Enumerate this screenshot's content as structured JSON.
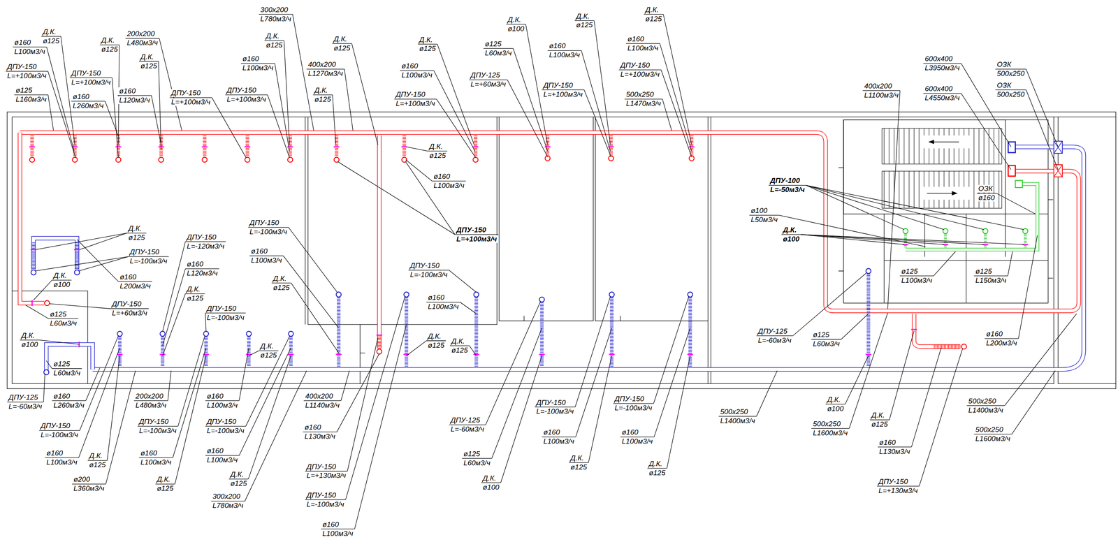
{
  "diagram": {
    "labels": [
      "Д.К.",
      "ø125",
      "ø160",
      "L100м3/ч",
      "ДПУ-150",
      "L=+100м3/ч",
      "ø125",
      "L160м3/ч",
      "Д.К.",
      "ø125",
      "ДПУ-150",
      "L=+100м3/ч",
      "ø160",
      "L260м3/ч",
      "ø160",
      "L120м3/ч",
      "200x200",
      "L480м3/ч",
      "Д.К.",
      "ø125",
      "ДПУ-150",
      "L=+100м3/ч",
      "300x200",
      "L780м3/ч",
      "Д.К.",
      "ø125",
      "ø160",
      "L100м3/ч",
      "ДПУ-150",
      "L=+100м3/ч",
      "Д.К.",
      "ø125",
      "400x200",
      "L1270м3/ч",
      "Д.К.",
      "ø125",
      "Д.К.",
      "ø125",
      "ø160",
      "L100м3/ч",
      "ДПУ-150",
      "L=+100м3/ч",
      "ø125",
      "L60м3/ч",
      "Д.К.",
      "ø100",
      "ДПУ-125",
      "L=+60м3/ч",
      "Д.К.",
      "ø125",
      "ø160",
      "L100м3/ч",
      "ДПУ-150",
      "L=+100м3/ч",
      "Д.К.",
      "ø125",
      "ø160",
      "L100м3/ч",
      "ДПУ-150",
      "L=+100м3/ч",
      "500x250",
      "L1470м3/ч",
      "400x200",
      "L1100м3/ч",
      "600x400",
      "L3950м3/ч",
      "600x400",
      "L4550м3/ч",
      "ОЗК",
      "500x250",
      "ОЗК",
      "500x250",
      "ОЗК",
      "ø160",
      "ДПУ-100",
      "L=-50м3/ч",
      "ø100",
      "L50м3/ч",
      "Д.К.",
      "ø100",
      "ø125",
      "L100м3/ч",
      "ø125",
      "L150м3/ч",
      "Д.К.",
      "ø125",
      "ДПУ-150",
      "L=-100м3/ч",
      "ø160",
      "L200м3/ч",
      "ДПУ-150",
      "L=+60м3/ч",
      "Д.К.",
      "ø100",
      "ø125",
      "L60м3/ч",
      "Д.К.",
      "ø100",
      "ø125",
      "L60м3/ч",
      "ДПУ-125",
      "L=-60м3/ч",
      "ø160",
      "L260м3/ч",
      "ДПУ-150",
      "L=-100м3/ч",
      "ø160",
      "L100м3/ч",
      "Д.К.",
      "ø125",
      "ø200",
      "L360м3/ч",
      "ДПУ-150",
      "L=-120м3/ч",
      "ø160",
      "L120м3/ч",
      "Д.К.",
      "ø125",
      "ДПУ-150",
      "L=-100м3/ч",
      "Д.К.",
      "ø125",
      "200x200",
      "L480м3/ч",
      "ДПУ-150",
      "L=-100м3/ч",
      "ø160",
      "L100м3/ч",
      "ДПУ-150",
      "L=-100м3/ч",
      "ø160",
      "L100м3/ч",
      "Д.К.",
      "ø125",
      "ø160",
      "L100м3/ч",
      "Д.К.",
      "ø125",
      "300x200",
      "L780м3/ч",
      "400x200",
      "L1140м3/ч",
      "ДПУ-150",
      "L=-100м3/ч",
      "ø160",
      "L100м3/ч",
      "Д.К.",
      "ø125",
      "ø160",
      "L130м3/ч",
      "ДПУ-150",
      "L=+130м3/ч",
      "ДПУ-150",
      "L=-100м3/ч",
      "ø160",
      "L100м3/ч",
      "ДПУ-150",
      "L=+100м3/ч",
      "Д.К.",
      "ø125",
      "ø160",
      "L100м3/ч",
      "ДПУ-150",
      "L=-100м3/ч",
      "ø160",
      "L100м3/ч",
      "Д.К.",
      "ø125",
      "Д.К.",
      "ø125",
      "ДПУ-125",
      "L=-60м3/ч",
      "ø125",
      "L60м3/ч",
      "Д.К.",
      "ø100",
      "ДПУ-150",
      "L=-100м3/ч",
      "ø160",
      "L100м3/ч",
      "Д.К.",
      "ø125",
      "ДПУ-150",
      "L=-100м3/ч",
      "ø160",
      "L100м3/ч",
      "Д.К.",
      "ø125",
      "ДПУ-125",
      "L=-60м3/ч",
      "ø125",
      "L60м3/ч",
      "500x250",
      "L1400м3/ч",
      "Д.К.",
      "ø100",
      "500x250",
      "L1600м3/ч",
      "Д.К.",
      "ø125",
      "ø160",
      "L130м3/ч",
      "ДПУ-150",
      "L=+130м3/ч",
      "ø160",
      "L200м3/ч",
      "500x250",
      "L1400м3/ч",
      "500x250",
      "L1600м3/ч"
    ]
  }
}
